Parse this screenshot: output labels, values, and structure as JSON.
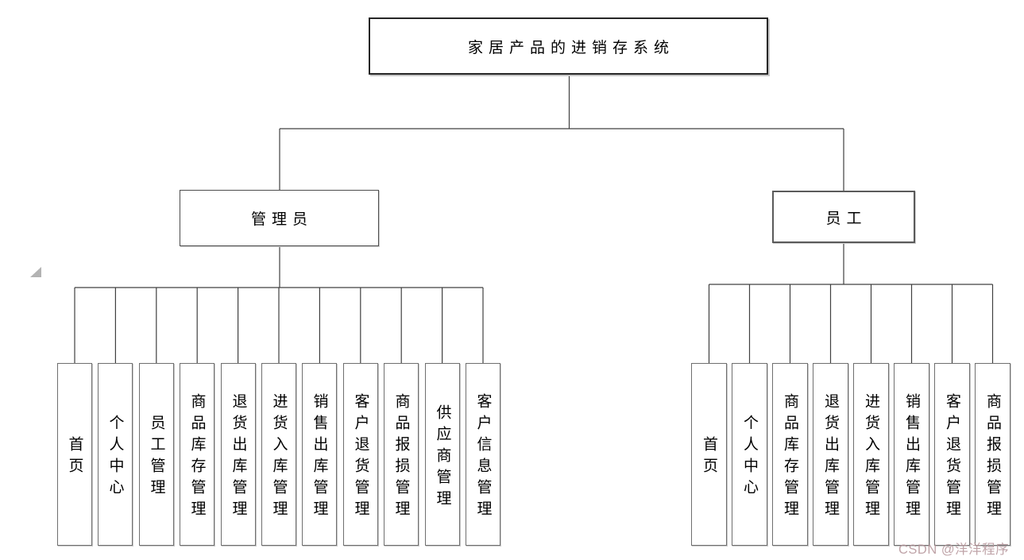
{
  "diagram": {
    "root": {
      "label": "家居产品的进销存系统"
    },
    "branches": [
      {
        "label": "管理员",
        "items": [
          "首页",
          "个人中心",
          "员工管理",
          "商品库存管理",
          "退货出库管理",
          "进货入库管理",
          "销售出库管理",
          "客户退货管理",
          "商品报损管理",
          "供应商管理",
          "客户信息管理"
        ]
      },
      {
        "label": "员工",
        "items": [
          "首页",
          "个人中心",
          "商品库存管理",
          "退货出库管理",
          "进货入库管理",
          "销售出库管理",
          "客户退货管理",
          "商品报损管理"
        ]
      }
    ]
  },
  "watermark": {
    "text": "CSDN @洋洋程序",
    "color": "#b59499"
  },
  "colors": {
    "background": "#ffffff",
    "connector": "#404040",
    "leaf_border": "#6f6f6f",
    "root_border": "#262626",
    "text": "#000000"
  }
}
